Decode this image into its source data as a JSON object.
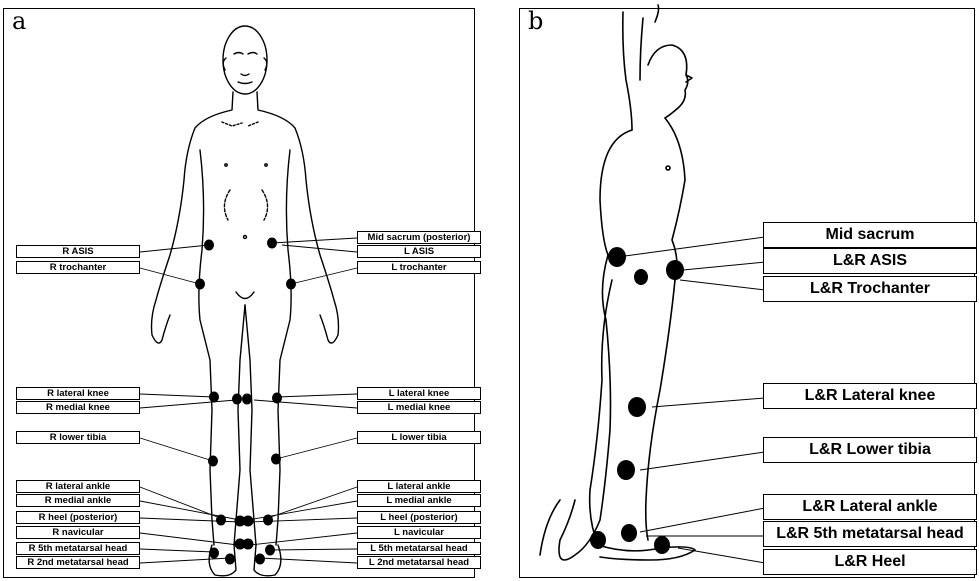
{
  "panels": {
    "a": {
      "letter": "a",
      "labels_right": [
        "R ASIS",
        "R trochanter",
        "R lateral knee",
        "R medial knee",
        "R lower tibia",
        "R lateral ankle",
        "R medial ankle",
        "R heel (posterior)",
        "R navicular",
        "R 5th metatarsal head",
        "R 2nd metatarsal head"
      ],
      "labels_left": [
        "Mid sacrum (posterior)",
        "L ASIS",
        "L trochanter",
        "L lateral knee",
        "L medial knee",
        "L lower tibia",
        "L lateral ankle",
        "L medial ankle",
        "L heel (posterior)",
        "L navicular",
        "L 5th metatarsal head",
        "L 2nd metatarsal head"
      ]
    },
    "b": {
      "letter": "b",
      "labels": [
        "Mid sacrum",
        "L&R ASIS",
        "L&R Trochanter",
        "L&R Lateral knee",
        "L&R Lower tibia",
        "L&R Lateral ankle",
        "L&R 5th metatarsal head",
        "L&R Heel"
      ]
    }
  },
  "colors": {
    "line": "#000000",
    "marker": "#000000",
    "background": "#ffffff"
  }
}
